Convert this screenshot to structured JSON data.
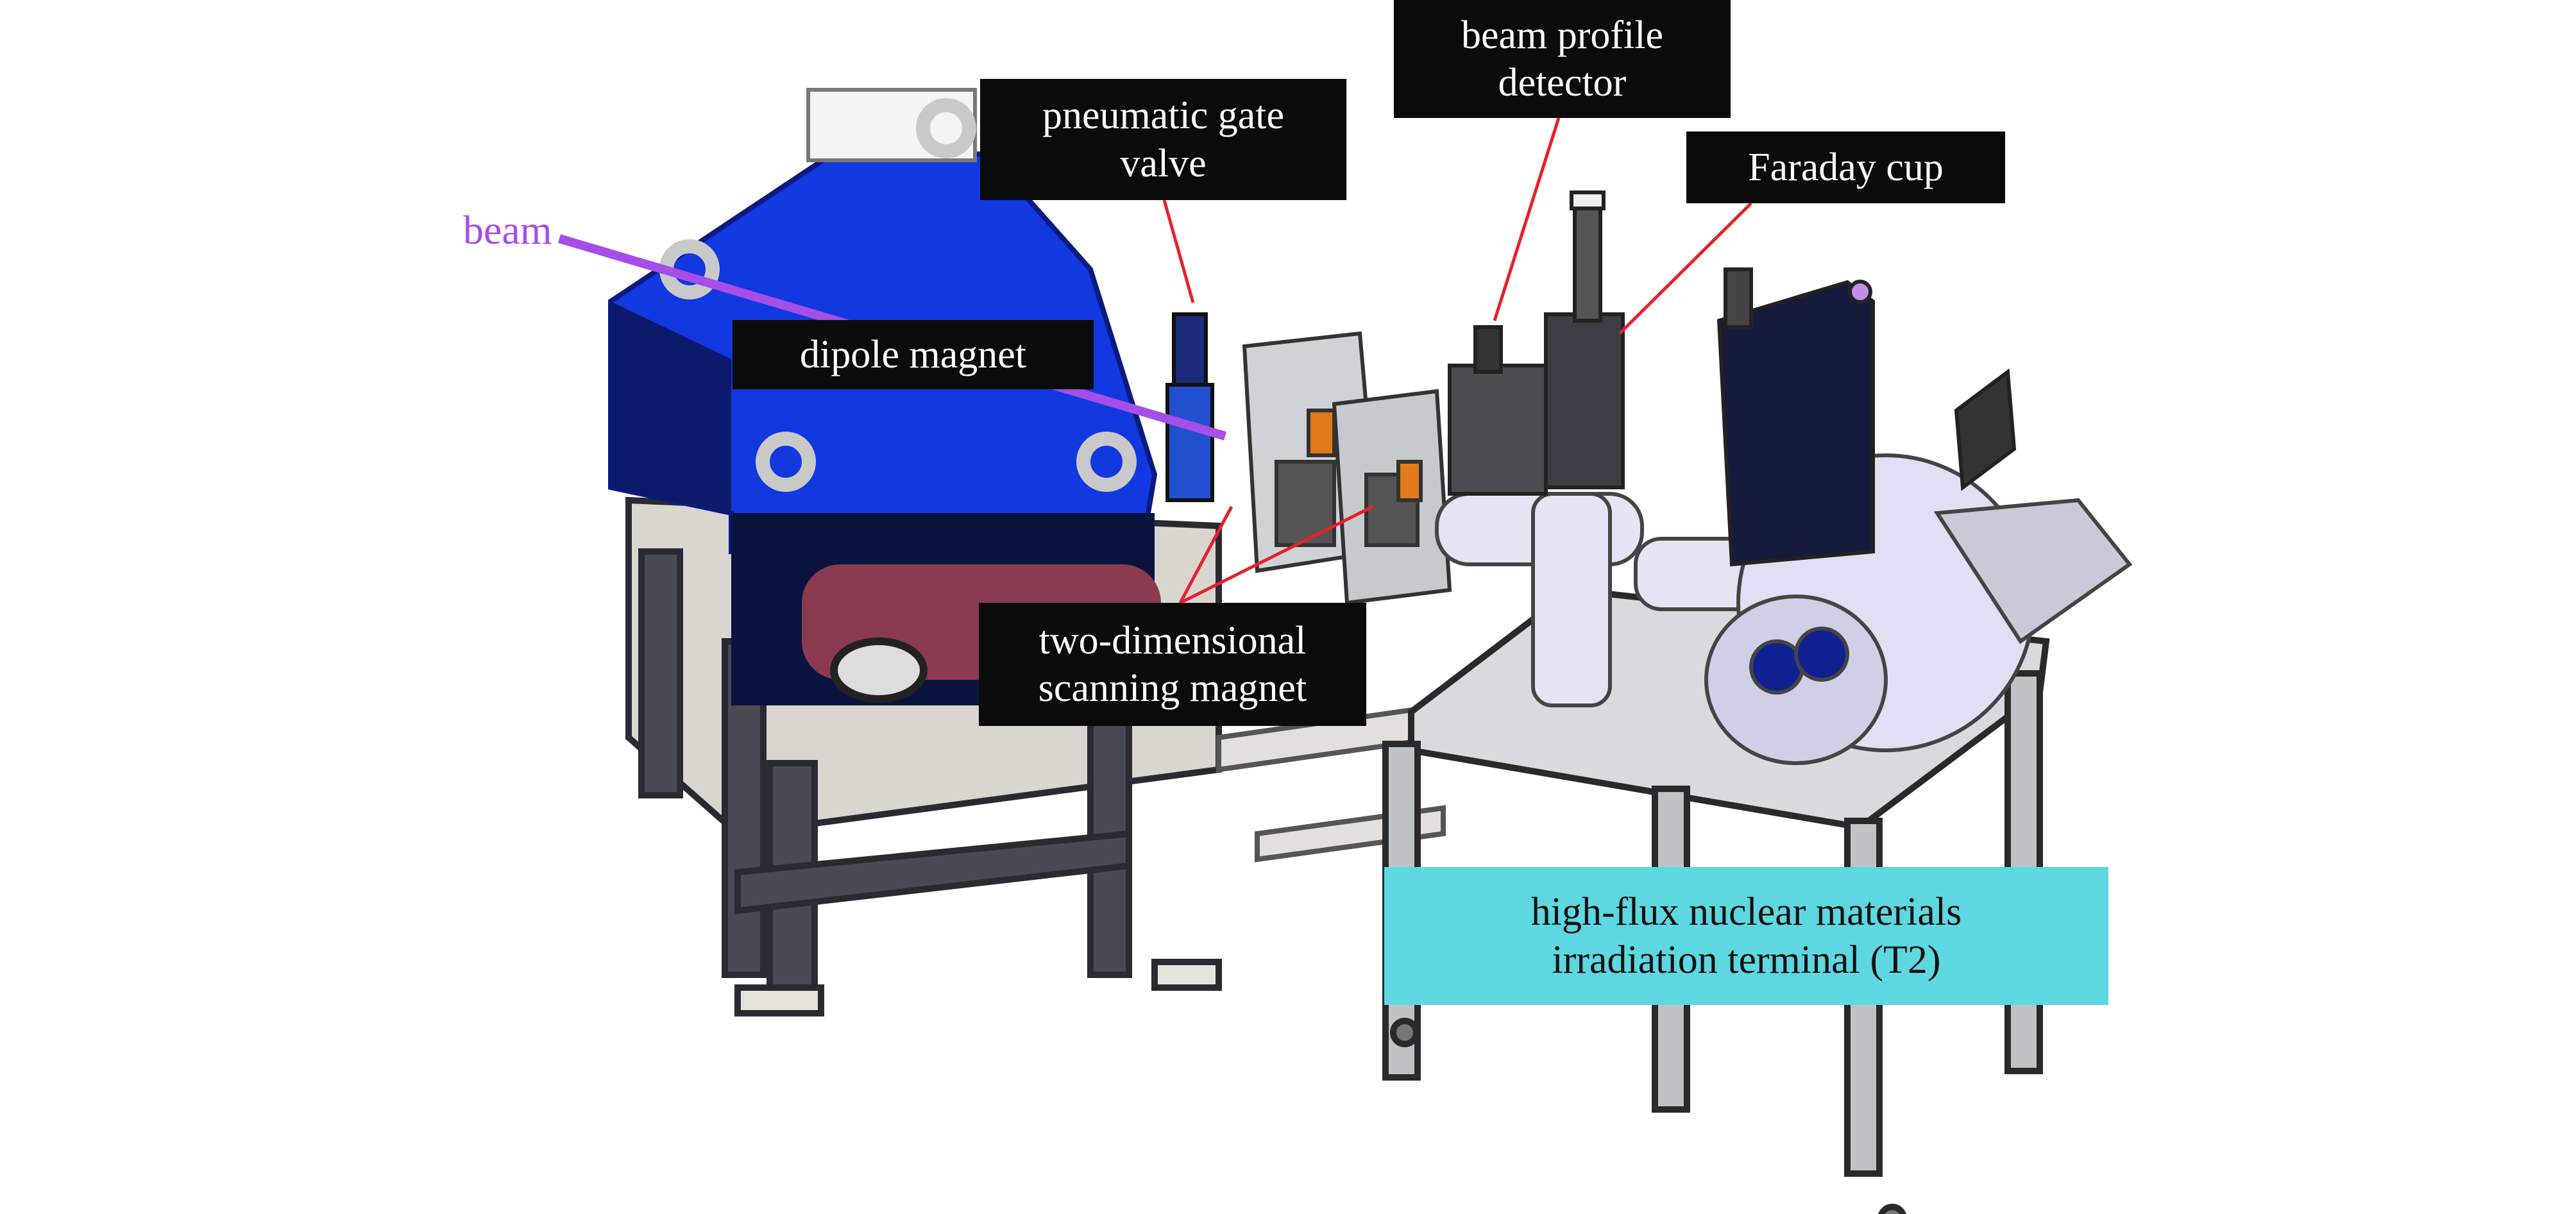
{
  "labels": {
    "beam": "beam",
    "dipole_magnet": "dipole magnet",
    "pneumatic_gate_valve": [
      "pneumatic gate",
      "valve"
    ],
    "beam_profile_detector": [
      "beam profile",
      "detector"
    ],
    "faraday_cup": "Faraday cup",
    "scanning_magnet": [
      "two-dimensional",
      "scanning magnet"
    ],
    "irradiation_terminal": [
      "high-flux nuclear materials",
      "irradiation terminal (T2)"
    ]
  },
  "colors": {
    "beam": "#a64ee8",
    "leader_lines": "#e8202a",
    "label_bg": "#0b0b0b",
    "terminal_label_bg": "#5dd8e0",
    "dipole": "#1238e0"
  }
}
